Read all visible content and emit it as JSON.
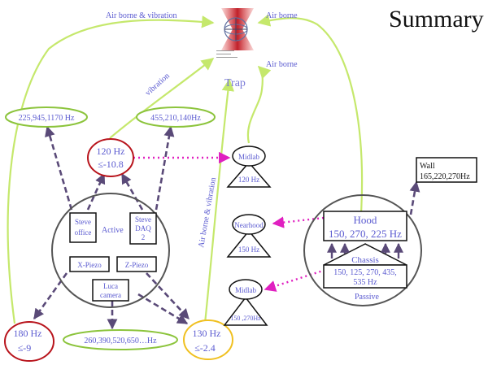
{
  "title": "Summary",
  "trap": {
    "label": "Trap"
  },
  "edge_labels": {
    "airborne_vibration_top": "Air borne & vibration",
    "airborne_top_right": "Air borne",
    "airborne_right": "Air borne",
    "vibration": "vibration",
    "airborne_vibration_vertical": "Air borne & vibration"
  },
  "freq_ellipses": {
    "left_top": "225,945,1170 Hz",
    "mid_top": "455,210,140Hz",
    "bottom_mid": "260,390,520,650…Hz"
  },
  "resonances": {
    "r120": {
      "freq": "120 Hz",
      "value": "≤-10.8"
    },
    "r180": {
      "freq": "180 Hz",
      "value": "≤-9"
    },
    "r130": {
      "freq": "130 Hz",
      "value": "≤-2.4"
    }
  },
  "active_group": {
    "label": "Active",
    "steve_office": [
      "Steve",
      "office"
    ],
    "steve_daq": [
      "Steve",
      "DAQ",
      "2"
    ],
    "x_piezo": "X-Piezo",
    "z_piezo": "Z-Piezo",
    "luca_camera": [
      "Luca",
      "camera"
    ]
  },
  "passive_group": {
    "label": "Passive",
    "hood": [
      "Hood",
      "150, 270, 225 Hz"
    ],
    "chassis": [
      "Chassis",
      "150, 125, 270, 435,",
      "535 Hz"
    ]
  },
  "wall": [
    "Wall",
    "165,220,270Hz"
  ],
  "sensors": {
    "midlab_top": {
      "name": "Midlab",
      "freq": "120 Hz"
    },
    "nearhood": {
      "name": "Nearhood",
      "freq": "150 Hz"
    },
    "midlab_bottom": {
      "name": "Midlab",
      "freq": "150 ,270Hz"
    }
  },
  "colors": {
    "green": "#c5e86c",
    "ellipse_green": "#8cc43c",
    "red": "#b8141c",
    "yellow": "#f0c020",
    "purple_dash": "#5a4a78",
    "magenta": "#e020c0",
    "label_blue": "#5a5ad0",
    "trap_red": "#c0202a"
  }
}
